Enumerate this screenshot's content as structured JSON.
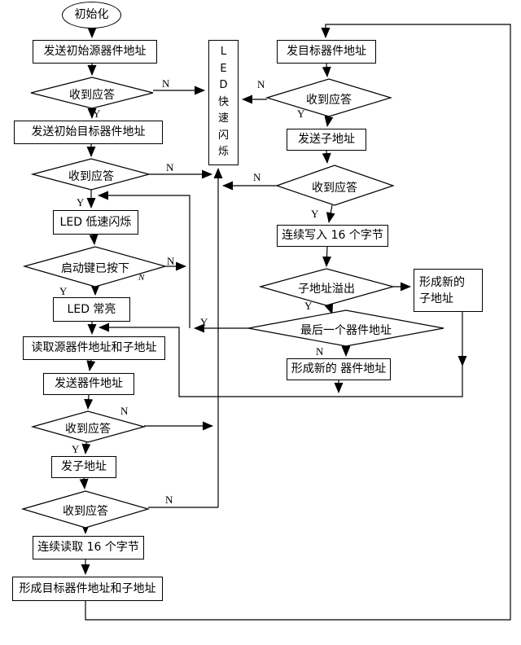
{
  "diagram": {
    "labels": {
      "yes": "Y",
      "no": "N"
    },
    "nodes": {
      "start": "初始化",
      "send_init_source_address": "发送初始源器件地址",
      "ack_received": "收到应答",
      "send_init_target_address": "发送初始目标器件地址",
      "led_slow_blink": "LED 低速闪烁",
      "start_key_pressed": "启动键已按下",
      "led_steady_on": "LED 常亮",
      "read_source_and_sub_address": "读取源器件地址和子地址",
      "send_device_address": "发送器件地址",
      "send_sub_address_short": "发子地址",
      "read_16_bytes": "连续读取 16 个字节",
      "form_target_and_sub_address": "形成目标器件地址和子地址",
      "led_fast_blink": "LED快速闪烁",
      "send_target_address": "发目标器件地址",
      "send_sub_address": "发送子地址",
      "write_16_bytes": "连续写入 16 个字节",
      "sub_address_overflow": "子地址溢出",
      "form_new_sub_address": "形成新的 子地址",
      "last_device_address": "最后一个器件地址",
      "form_new_device_address": "形成新的 器件地址"
    }
  }
}
